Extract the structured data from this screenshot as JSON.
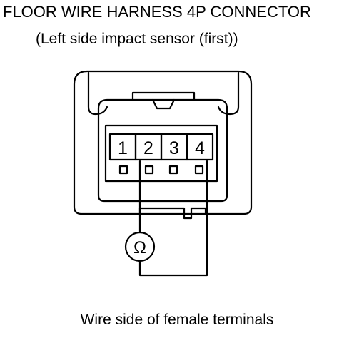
{
  "title": "FLOOR WIRE HARNESS 4P CONNECTOR",
  "subtitle": "(Left side impact sensor (first))",
  "caption": "Wire side of female terminals",
  "connector": {
    "pins": [
      "1",
      "2",
      "3",
      "4"
    ],
    "meter_symbol": "Ω",
    "meter_probe_pins": [
      "2",
      "4"
    ]
  }
}
